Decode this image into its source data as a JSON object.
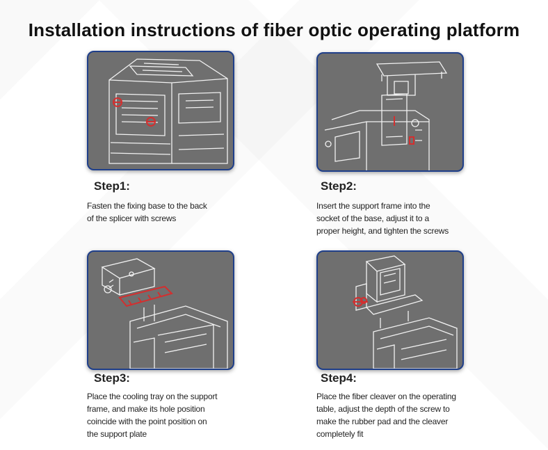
{
  "title": "Installation instructions of fiber optic operating platform",
  "colors": {
    "panel": "#6f6f6f",
    "panel_border": "#1f3f8a",
    "highlight": "#c62828"
  },
  "steps": [
    {
      "title": "Step1:",
      "lines": [
        "Fasten the fixing base to the back",
        "of the splicer with screws"
      ]
    },
    {
      "title": "Step2:",
      "lines": [
        "Insert the support frame into the",
        "socket of the base, adjust it to a",
        "proper height, and tighten the screws"
      ]
    },
    {
      "title": "Step3:",
      "lines": [
        "Place the cooling tray on the support",
        "frame, and make its hole position",
        "coincide with the point position on",
        "the support plate"
      ]
    },
    {
      "title": "Step4:",
      "lines": [
        "Place the fiber cleaver on the operating",
        "table, adjust the depth of the screw to",
        "make the rubber pad and the cleaver",
        "completely fit"
      ]
    }
  ]
}
